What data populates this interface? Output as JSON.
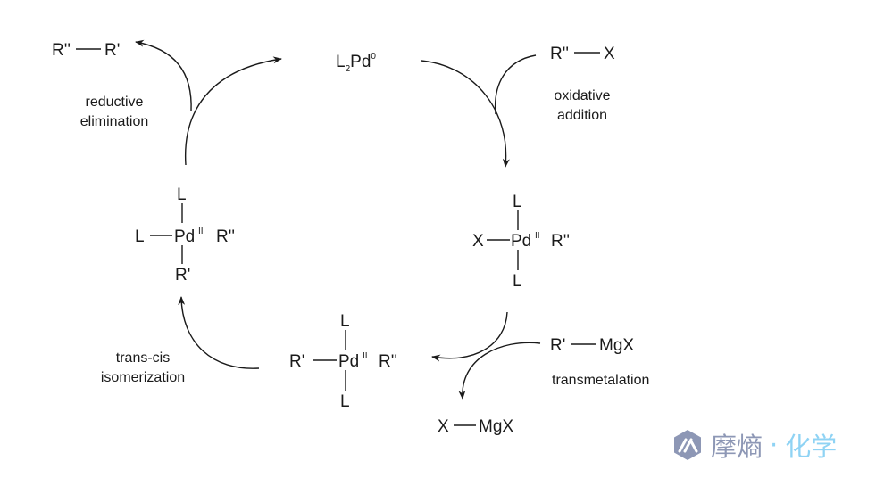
{
  "species": {
    "product": {
      "left": "R''",
      "right": "R'"
    },
    "catalyst": {
      "main": "L",
      "sub": "2",
      "metal": "Pd",
      "sup": "0"
    },
    "substrate": {
      "left": "R''",
      "right": "X"
    },
    "oa_complex": {
      "top": "L",
      "left": "X",
      "metal": "Pd",
      "ox": "II",
      "right": "R''",
      "bottom": "L"
    },
    "tm_complex": {
      "top": "L",
      "left": "R'",
      "metal": "Pd",
      "ox": "II",
      "right": "R''",
      "bottom": "L"
    },
    "iso_complex": {
      "top": "L",
      "left": "L",
      "metal": "Pd",
      "ox": "II",
      "right": "R''",
      "bottom": "R'"
    },
    "grignard": {
      "left": "R'",
      "right": "MgX"
    },
    "byproduct": {
      "left": "X",
      "right": "MgX"
    }
  },
  "steps": {
    "reductive_elimination": [
      "reductive",
      "elimination"
    ],
    "oxidative_addition": [
      "oxidative",
      "addition"
    ],
    "transmetalation": "transmetalation",
    "isomerization": [
      "trans-cis",
      "isomerization"
    ]
  },
  "watermark": {
    "brand": "摩熵",
    "dot": "·",
    "suffix": "化学"
  }
}
